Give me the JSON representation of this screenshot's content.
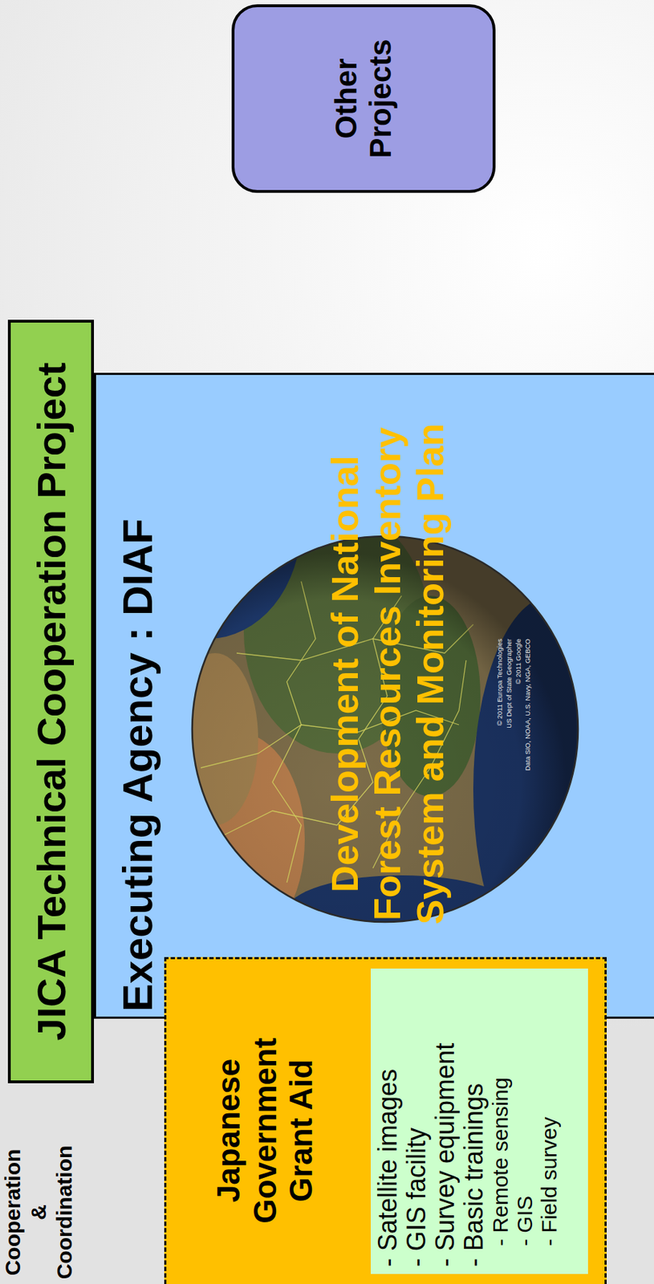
{
  "diagram": {
    "nodes": [
      {
        "text": [
          "JICA Technical Cooperation Project"
        ]
      },
      {
        "text": [
          "Executing Agency : DIAF",
          "Development of National Forest Resources Inventory System and Monitoring Plan"
        ]
      },
      {
        "text": [
          "Japanese Government Grant Aid"
        ]
      },
      {
        "text": [
          "- Satellite images",
          "- GIS facility",
          "- Survey equipment",
          "- Basic trainings",
          "- Remote sensing",
          "- GIS",
          "- Field survey"
        ],
        "in": 2
      },
      {
        "text": [
          "Other Projects"
        ]
      }
    ],
    "edges": [
      {
        "from": 1,
        "to": 4,
        "label": "Cooperation & Coordination",
        "arrow": "both"
      }
    ],
    "labels": [
      "© 2011 Europa Technologies",
      "US Dept of State Geographer",
      "© 2011 Google",
      "Data SIO, NOAA, U.S. Navy, NGA, GEBCO"
    ]
  }
}
